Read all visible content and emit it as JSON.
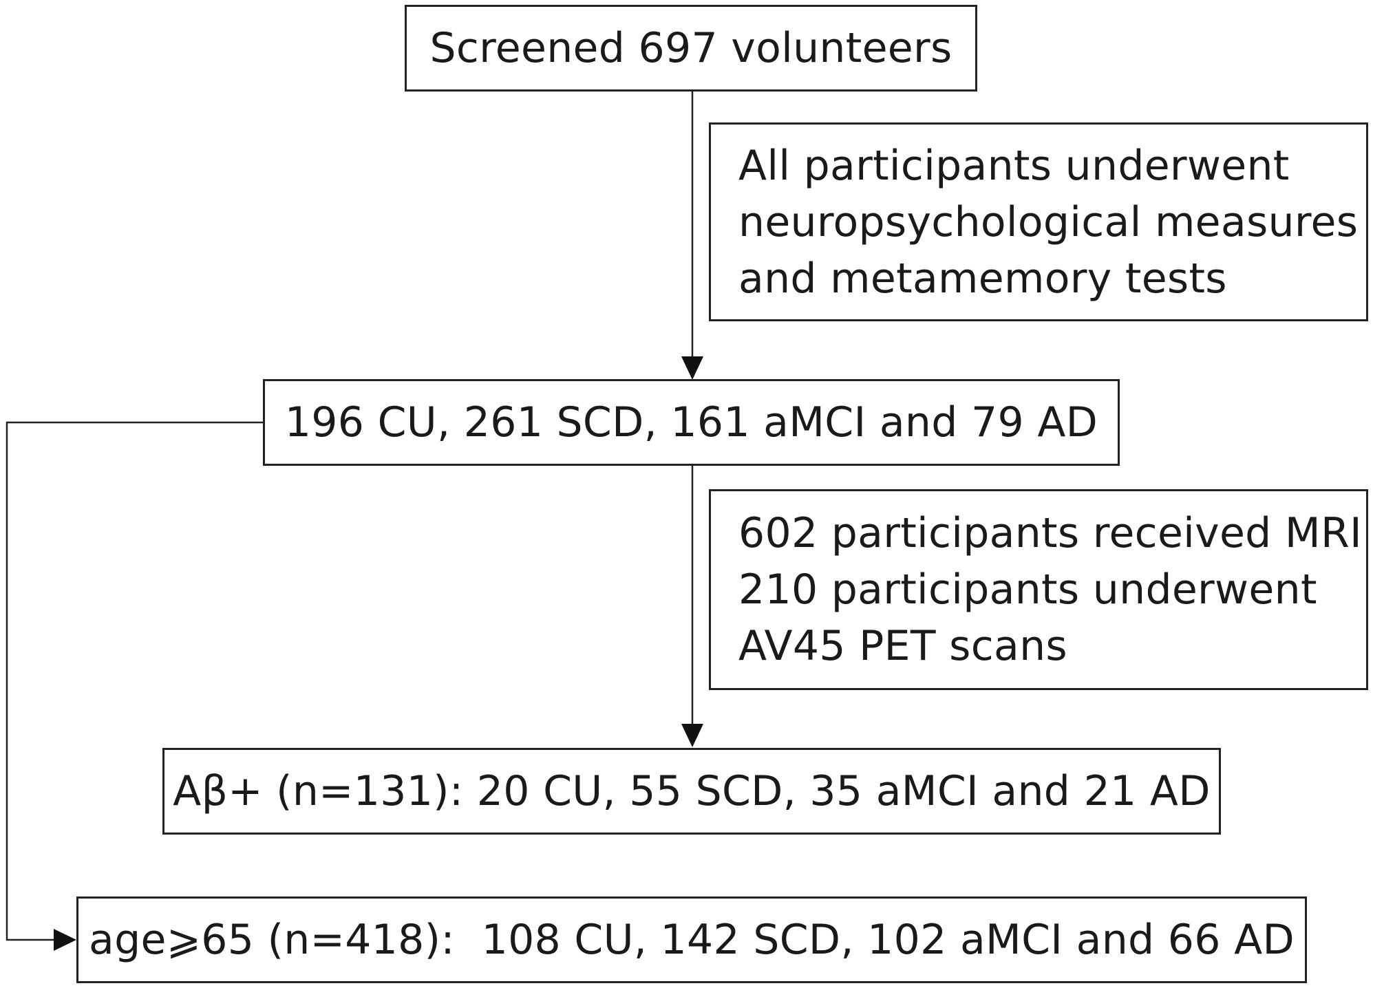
{
  "flowchart": {
    "screened": "Screened 697 volunteers",
    "note1": {
      "line1": "All participants underwent",
      "line2": "neuropsychological measures",
      "line3": "and metamemory tests"
    },
    "groups": "196 CU, 261 SCD, 161 aMCI and 79 AD",
    "note2": {
      "line1": "602 participants received MRI",
      "line2": "210 participants underwent",
      "line3": "AV45 PET scans"
    },
    "abeta": "Aβ+ (n=131): 20 CU, 55 SCD, 35 aMCI and 21 AD",
    "age": "age⩾65 (n=418):  108 CU, 142 SCD, 102 aMCI and 66 AD"
  },
  "colors": {
    "line": "#222222",
    "text": "#1a1a1a",
    "background": "#ffffff"
  }
}
